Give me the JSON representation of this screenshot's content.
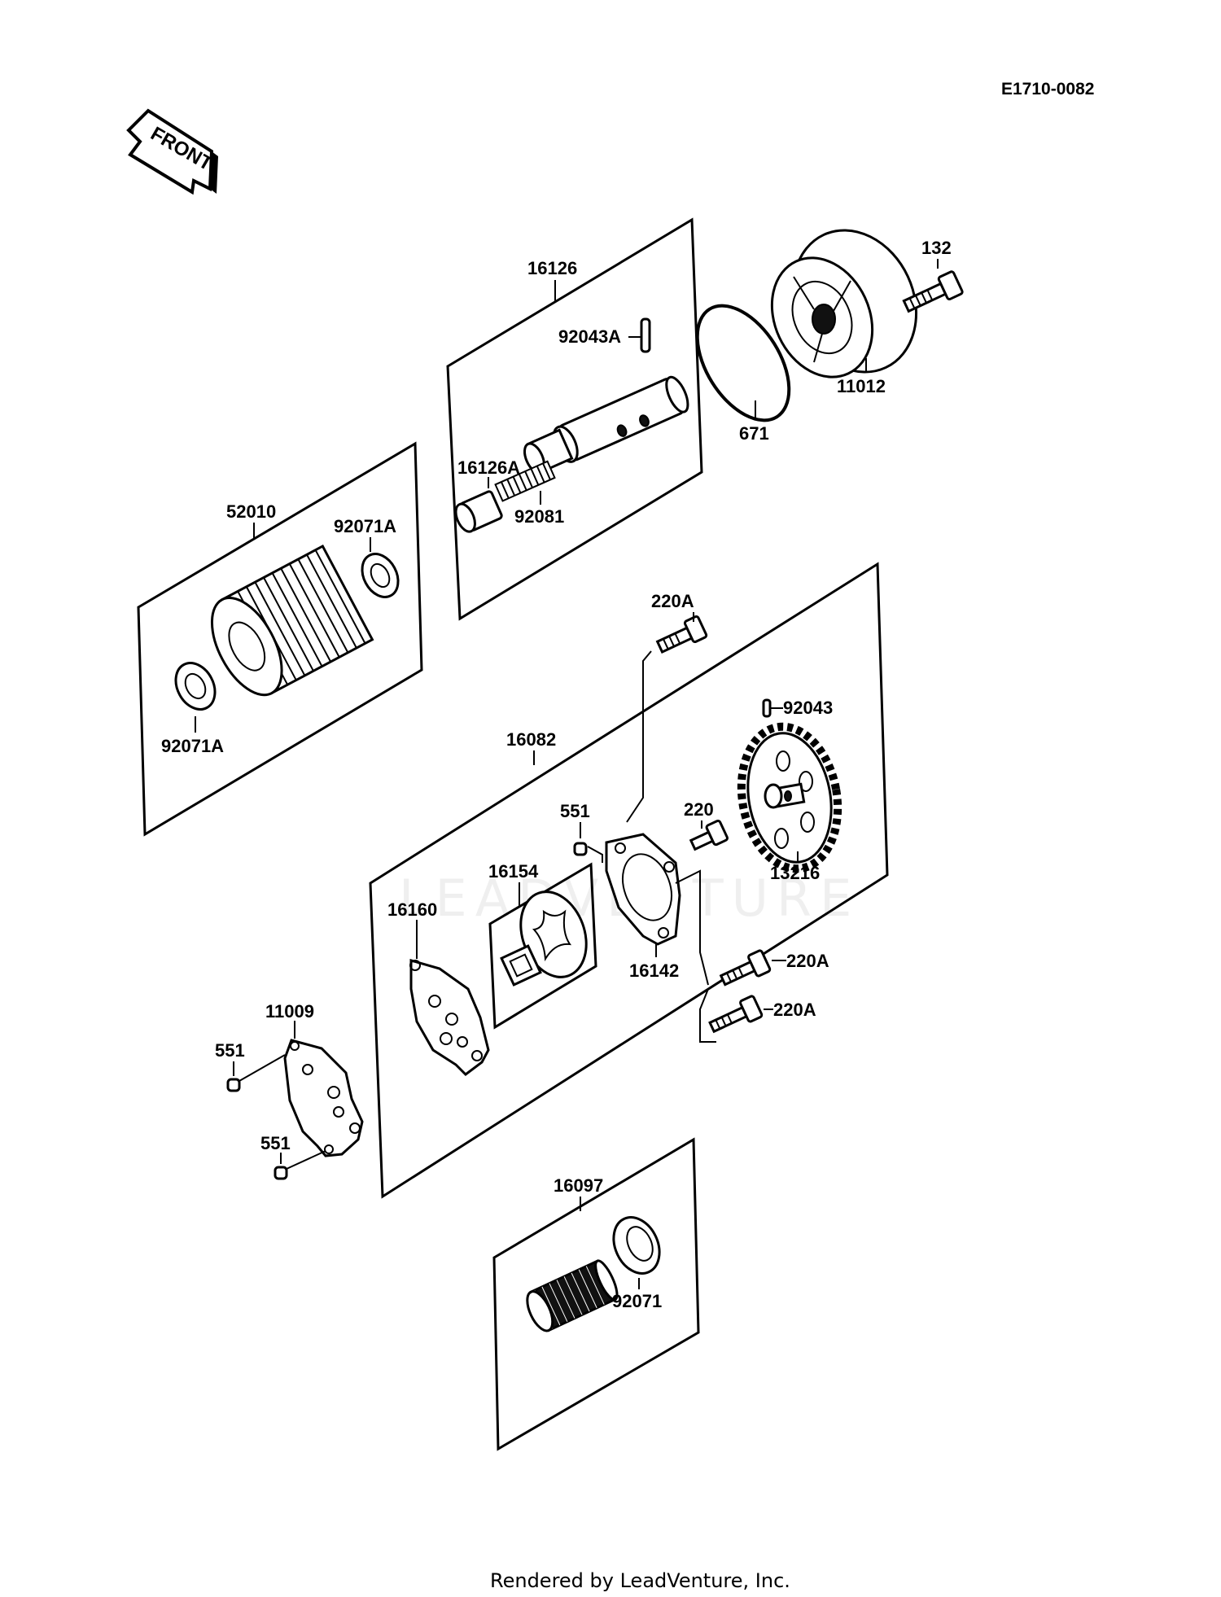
{
  "diagram": {
    "code": "E1710-0082",
    "front_label": "FRONT",
    "watermark": "LEADVENTURE",
    "footer": "Rendered by LeadVenture, Inc.",
    "parts": {
      "p16126": "16126",
      "p92043A": "92043A",
      "p16126A": "16126A",
      "p92081": "92081",
      "p132": "132",
      "p11012": "11012",
      "p671": "671",
      "p52010": "52010",
      "p92071A_top": "92071A",
      "p92071A_bottom": "92071A",
      "p220A_top": "220A",
      "p92043": "92043",
      "p16082": "16082",
      "p551_mid": "551",
      "p220": "220",
      "p13216": "13216",
      "p16154": "16154",
      "p16160": "16160",
      "p16142": "16142",
      "p220A_mid": "220A",
      "p220A_low": "220A",
      "p11009": "11009",
      "p551_left": "551",
      "p551_low": "551",
      "p16097": "16097",
      "p92071": "92071"
    }
  }
}
